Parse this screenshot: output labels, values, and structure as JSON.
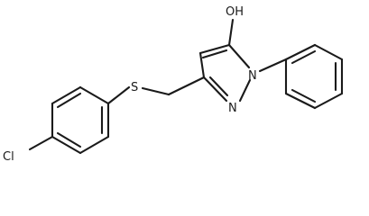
{
  "labels": {
    "hydroxyl": "OH",
    "sulfur": "S",
    "nitrogen_1": "N",
    "nitrogen_2": "N",
    "chlorine": "Cl"
  },
  "colors": {
    "bond": "#1a1a1a",
    "text": "#1a1a1a",
    "background": "#ffffff"
  }
}
